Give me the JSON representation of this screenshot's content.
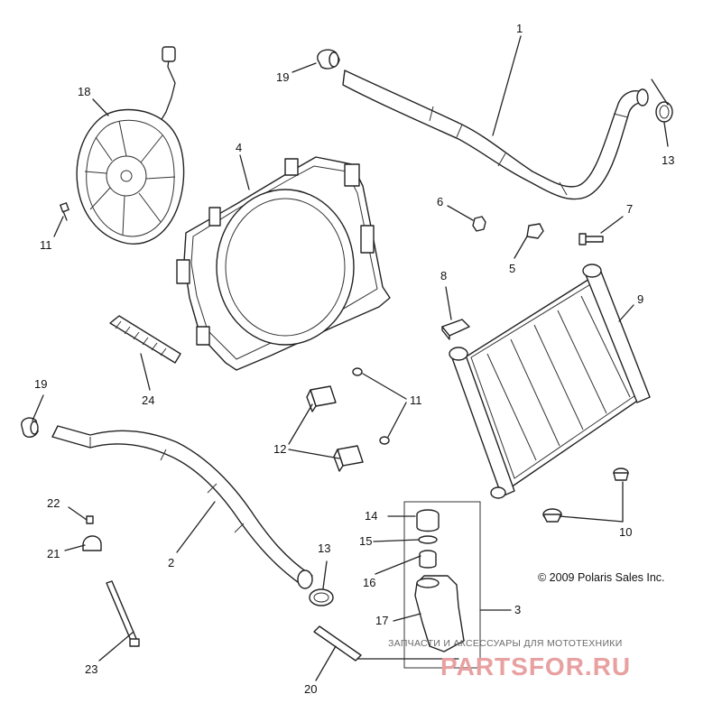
{
  "callouts": {
    "c1": "1",
    "c2": "2",
    "c3": "3",
    "c4": "4",
    "c5": "5",
    "c6": "6",
    "c7": "7",
    "c8": "8",
    "c9": "9",
    "c10": "10",
    "c11a": "11",
    "c11b": "11",
    "c12": "12",
    "c13a": "13",
    "c13b": "13",
    "c14": "14",
    "c15": "15",
    "c16": "16",
    "c17": "17",
    "c18": "18",
    "c19a": "19",
    "c19b": "19",
    "c20": "20",
    "c21": "21",
    "c22": "22",
    "c23": "23",
    "c24": "24"
  },
  "copyright": "© 2009 Polaris Sales Inc.",
  "watermark": {
    "tagline": "ЗАПЧАСТИ И АКСЕССУАРЫ ДЛЯ МОТОТЕХНИКИ",
    "logo_text": "PARTSFOR.RU",
    "color": "#e8a0a0"
  }
}
